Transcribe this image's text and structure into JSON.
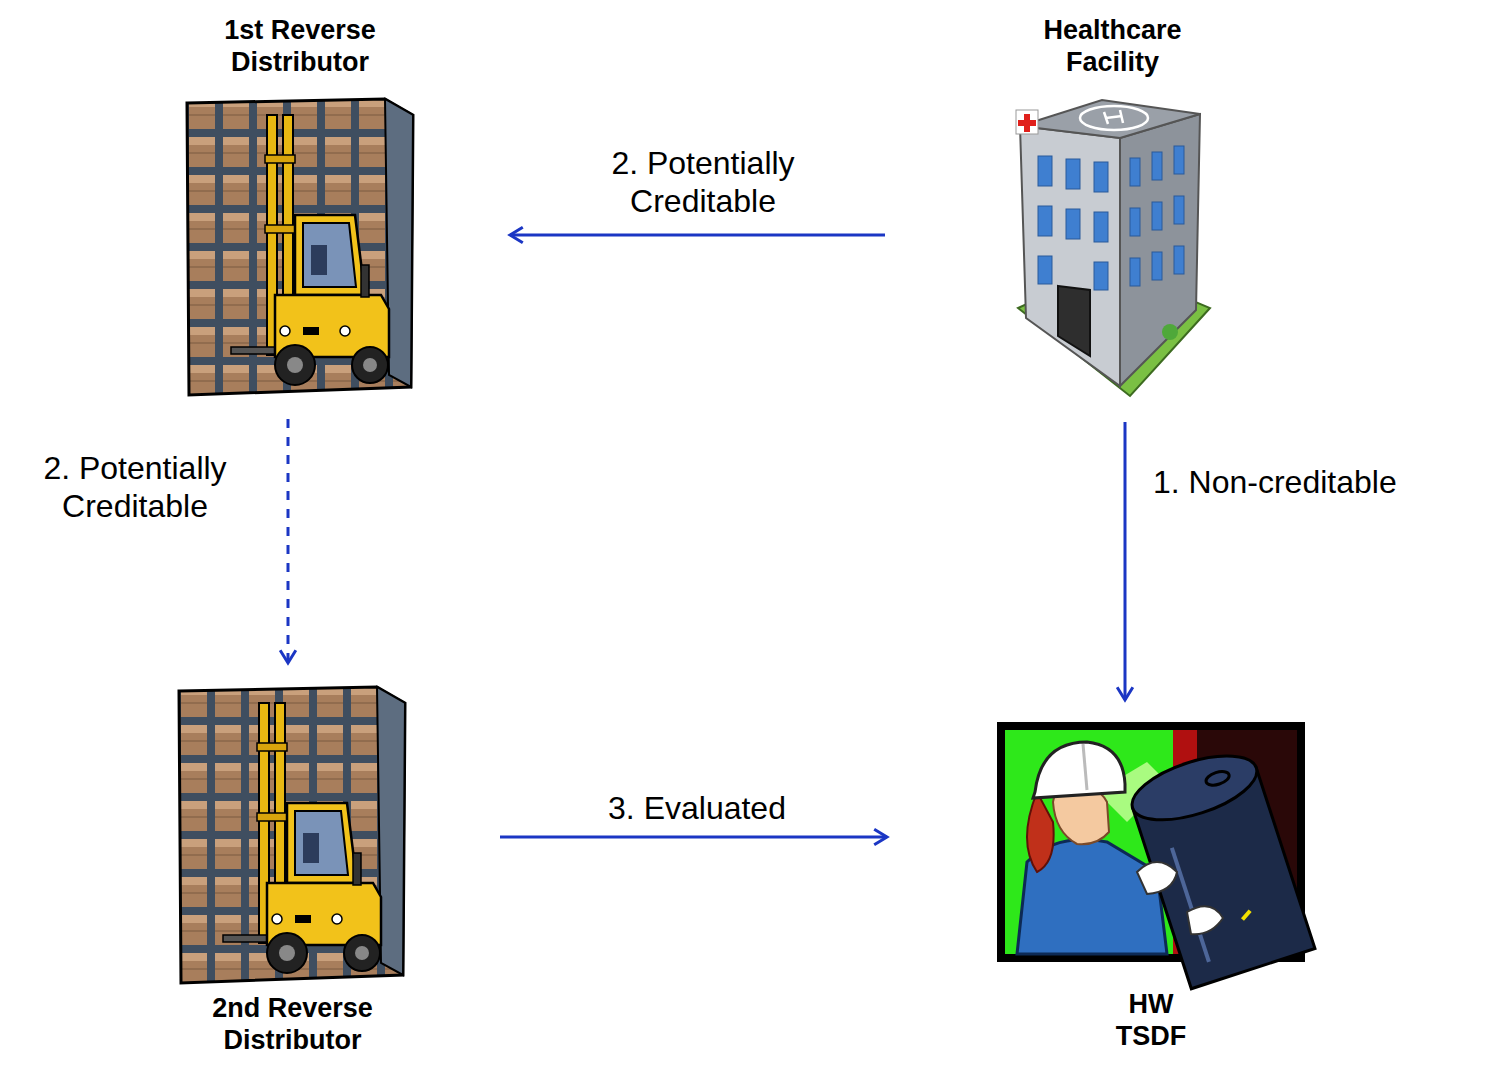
{
  "diagram": {
    "nodes": [
      {
        "text": [
          "1st Reverse Distributor"
        ]
      },
      {
        "text": [
          "Healthcare Facility"
        ]
      },
      {
        "text": [
          "2nd Reverse Distributor"
        ]
      },
      {
        "text": [
          "HW TSDF"
        ]
      }
    ],
    "edges": [
      {
        "from": 1,
        "to": 0,
        "arrow": "to",
        "label": "2. Potentially Creditable"
      },
      {
        "from": 1,
        "to": 3,
        "arrow": "to",
        "label": "1. Non-creditable"
      },
      {
        "from": 0,
        "to": 2,
        "arrow": "to",
        "label": "2. Potentially Creditable"
      },
      {
        "from": 2,
        "to": 3,
        "arrow": "to",
        "label": "3. Evaluated"
      }
    ]
  }
}
